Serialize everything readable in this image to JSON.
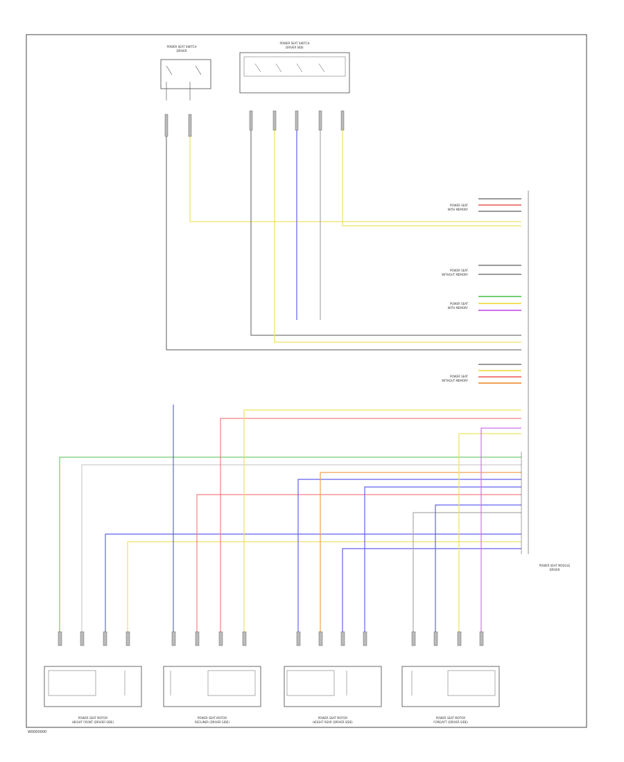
{
  "page_code": "W0000000",
  "colors": {
    "outline": "#444444",
    "wire_yellow": "#f0e060",
    "wire_blue": "#6060ee",
    "wire_red": "#f08080",
    "wire_green": "#70cc70",
    "wire_orange": "#f0a050",
    "wire_purple": "#cc70ee",
    "wire_gray": "#999999",
    "wire_black": "#555555"
  },
  "top_switch": {
    "name": "POWER SEAT SWITCH",
    "sub": "DRIVER"
  },
  "top_module": {
    "name": "POWER SEAT SWITCH",
    "sub": "DRIVER SIDE"
  },
  "module_groups": [
    {
      "label": "POWER SEAT",
      "sub": "WITH MEMORY"
    },
    {
      "label": "POWER SEAT",
      "sub": "WITHOUT MEMORY"
    },
    {
      "label": "POWER SEAT",
      "sub": "WITH MEMORY"
    },
    {
      "label": "POWER SEAT",
      "sub": "WITHOUT MEMORY"
    }
  ],
  "module_name": {
    "name": "POWER SEAT MODULE",
    "sub": "DRIVER"
  },
  "motors": [
    {
      "name": "POWER SEAT MOTOR",
      "sub": "HEIGHT FRONT (DRIVER SIDE)"
    },
    {
      "name": "POWER SEAT MOTOR",
      "sub": "RECLINER (DRIVER SIDE)"
    },
    {
      "name": "POWER SEAT MOTOR",
      "sub": "HEIGHT REAR (DRIVER SIDE)"
    },
    {
      "name": "POWER SEAT MOTOR",
      "sub": "FORE/AFT (DRIVER SIDE)"
    }
  ]
}
